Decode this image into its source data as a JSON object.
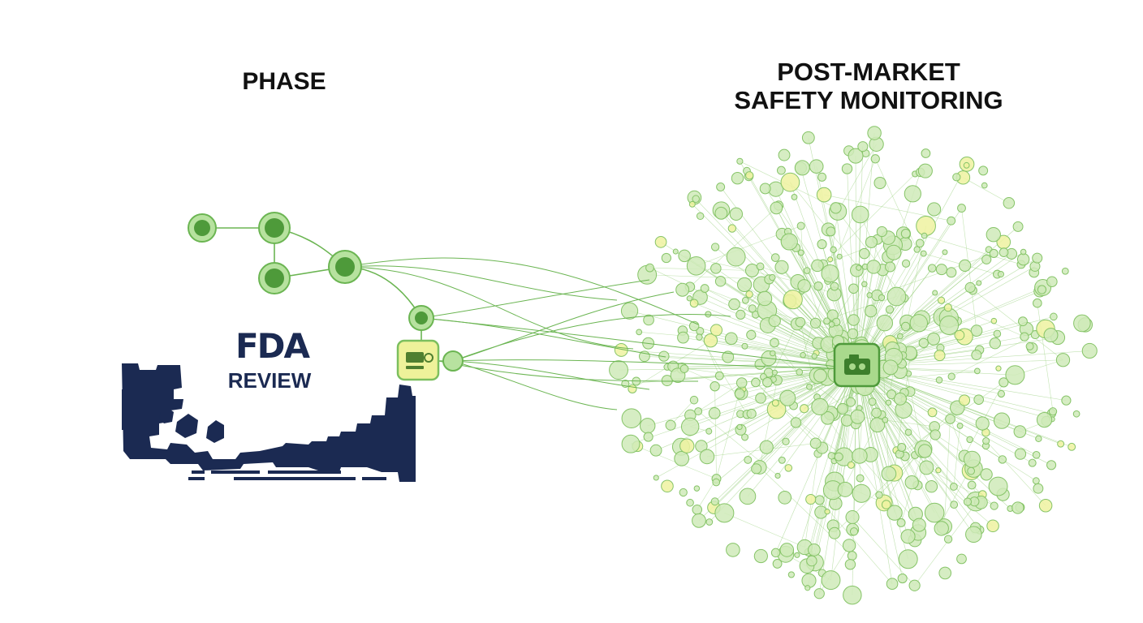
{
  "labels": {
    "phase": "PHASE",
    "post_market_line1": "POST-MARKET",
    "post_market_line2": "SAFETY MONITORING",
    "fda_logo": "FDA",
    "fda_review": "REVIEW"
  },
  "colors": {
    "node_green": "#5fae44",
    "node_fill": "#9ed281",
    "edge_green": "#8bc96c",
    "pale_node": "#cfeab8",
    "yellow_node": "#eef2a0",
    "navy": "#1b2a52"
  },
  "icons": {
    "gateway": "document-check-icon",
    "hub": "camera-monitor-icon"
  }
}
